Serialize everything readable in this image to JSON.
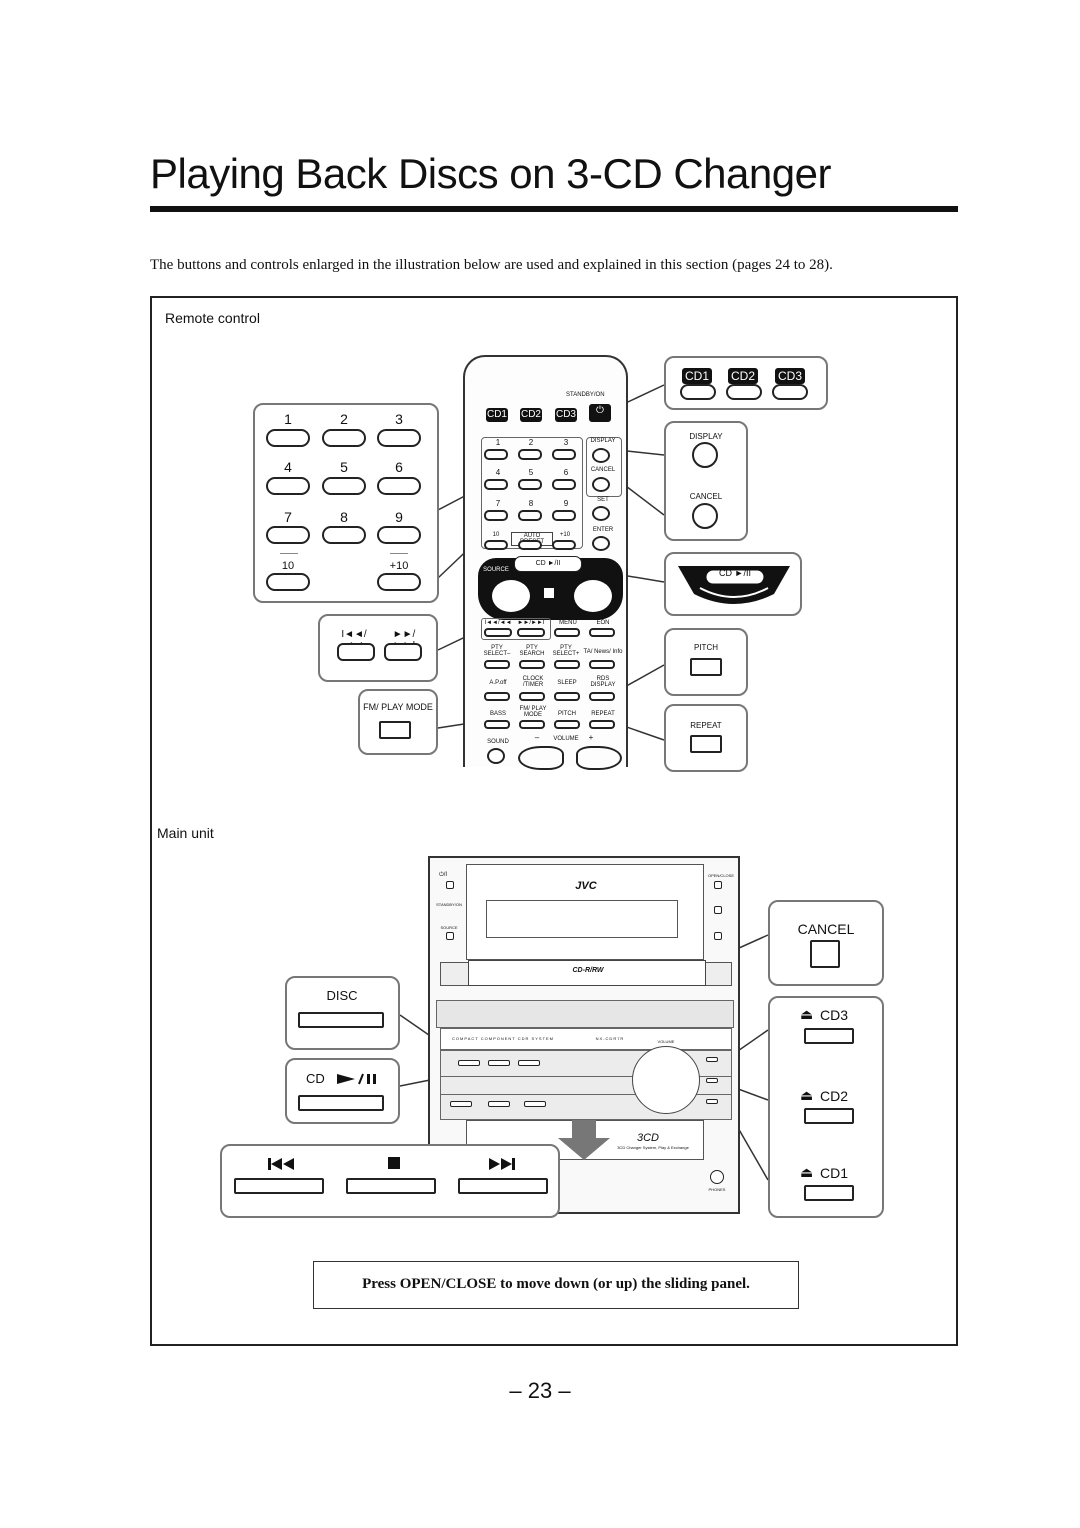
{
  "page": {
    "title": "Playing Back Discs on 3-CD Changer",
    "intro": "The buttons and controls enlarged in the illustration below are used and explained in this section (pages 24 to 28).",
    "page_number": "– 23 –"
  },
  "remote": {
    "section_label": "Remote control",
    "standby_label": "STANDBY/ON",
    "cd_buttons": [
      "CD1",
      "CD2",
      "CD3"
    ],
    "numbers": [
      "1",
      "2",
      "3",
      "4",
      "5",
      "6",
      "7",
      "8",
      "9"
    ],
    "ten_label": "10",
    "plus_ten_label": "+10",
    "display_label": "DISPLAY",
    "cancel_label": "CANCEL",
    "set_label": "SET",
    "enter_label": "ENTER",
    "auto_preset_label": "AUTO PRESET",
    "source_label": "SOURCE",
    "cd_play_label": "CD ►/II",
    "skip_back_label": "I◄◄/◄◄",
    "skip_fwd_label": "►►/►►I",
    "menu_label": "MENU",
    "eon_label": "EON",
    "pty_select_minus": "PTY SELECT–",
    "pty_search": "PTY SEARCH",
    "pty_select_plus": "PTY SELECT+",
    "ta_news_info": "TA/ News/ Info",
    "a_poff": "A.P.off",
    "clock_timer": "CLOCK /TIMER",
    "sleep": "SLEEP",
    "rds_display": "RDS DISPLAY",
    "bass": "BASS",
    "fm_play_mode": "FM/ PLAY MODE",
    "pitch": "PITCH",
    "repeat": "REPEAT",
    "sound": "SOUND",
    "volume": "VOLUME",
    "vol_minus": "–",
    "vol_plus": "+"
  },
  "unit": {
    "section_label": "Main unit",
    "brand": "JVC",
    "cdrw_logo": "CD-R/RW",
    "product_line": "COMPACT COMPONENT CDR SYSTEM",
    "model": "NX-CDR7R",
    "three_cd": "3CD",
    "three_cd_sub": "3CD Changer System, Play & Exchange",
    "open_close": "OPEN/CLOSE",
    "standby": "STANDBY/ON",
    "source": "SOURCE",
    "volume": "VOLUME",
    "phones": "PHONES",
    "disc_label": "DISC",
    "cd_play_label": "CD",
    "cancel_label": "CANCEL",
    "cd3_label": "CD3",
    "cd2_label": "CD2",
    "cd1_label": "CD1"
  },
  "note": "Press OPEN/CLOSE to move down (or up) the sliding panel.",
  "icons": {
    "eject": "eject-icon",
    "play_pause": "play-pause-icon",
    "prev": "prev-track-icon",
    "stop": "stop-icon",
    "next": "next-track-icon",
    "arrow_down": "arrow-down-icon"
  }
}
